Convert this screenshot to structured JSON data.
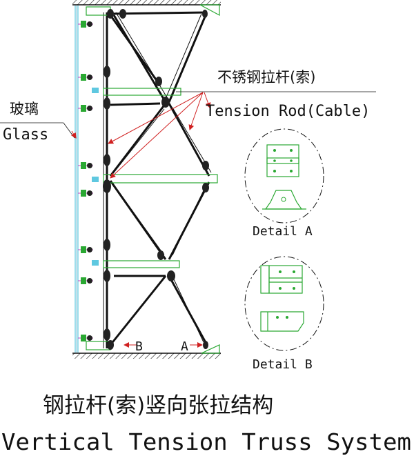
{
  "labels": {
    "rod_cn": "不锈钢拉杆(索)",
    "rod_en": "Tension Rod(Cable)",
    "glass_cn": "玻璃",
    "glass_en": "Glass",
    "detail_a": "Detail A",
    "detail_b": "Detail B",
    "marker_a": "A",
    "marker_b": "B"
  },
  "title": {
    "cn": "钢拉杆(索)竖向张拉结构",
    "en": "Vertical Tension Truss System"
  },
  "colors": {
    "line": "#111111",
    "glass": "#5fc8e0",
    "bracket": "#2aa832",
    "clamp": "#c040c0",
    "arrow": "#d02020"
  }
}
